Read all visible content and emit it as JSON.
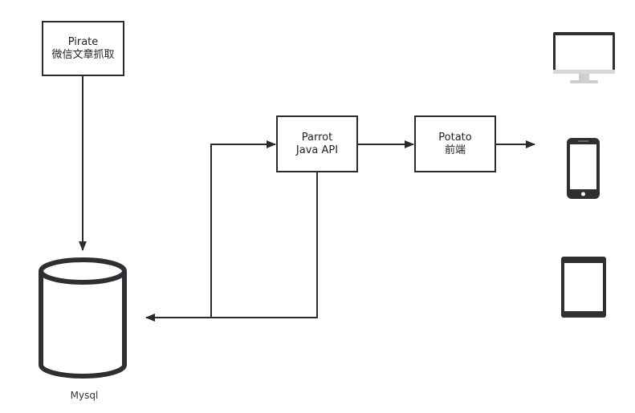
{
  "nodes": {
    "pirate": {
      "line1": "Pirate",
      "line2": "微信文章抓取"
    },
    "parrot": {
      "line1": "Parrot",
      "line2": "Java API"
    },
    "potato": {
      "line1": "Potato",
      "line2": "前端"
    },
    "mysql": {
      "label": "Mysql"
    }
  },
  "devices": [
    "desktop-monitor",
    "smartphone",
    "tablet"
  ],
  "colors": {
    "stroke": "#2b2b2b",
    "device": "#2f2f33",
    "screen": "#ffffff"
  }
}
